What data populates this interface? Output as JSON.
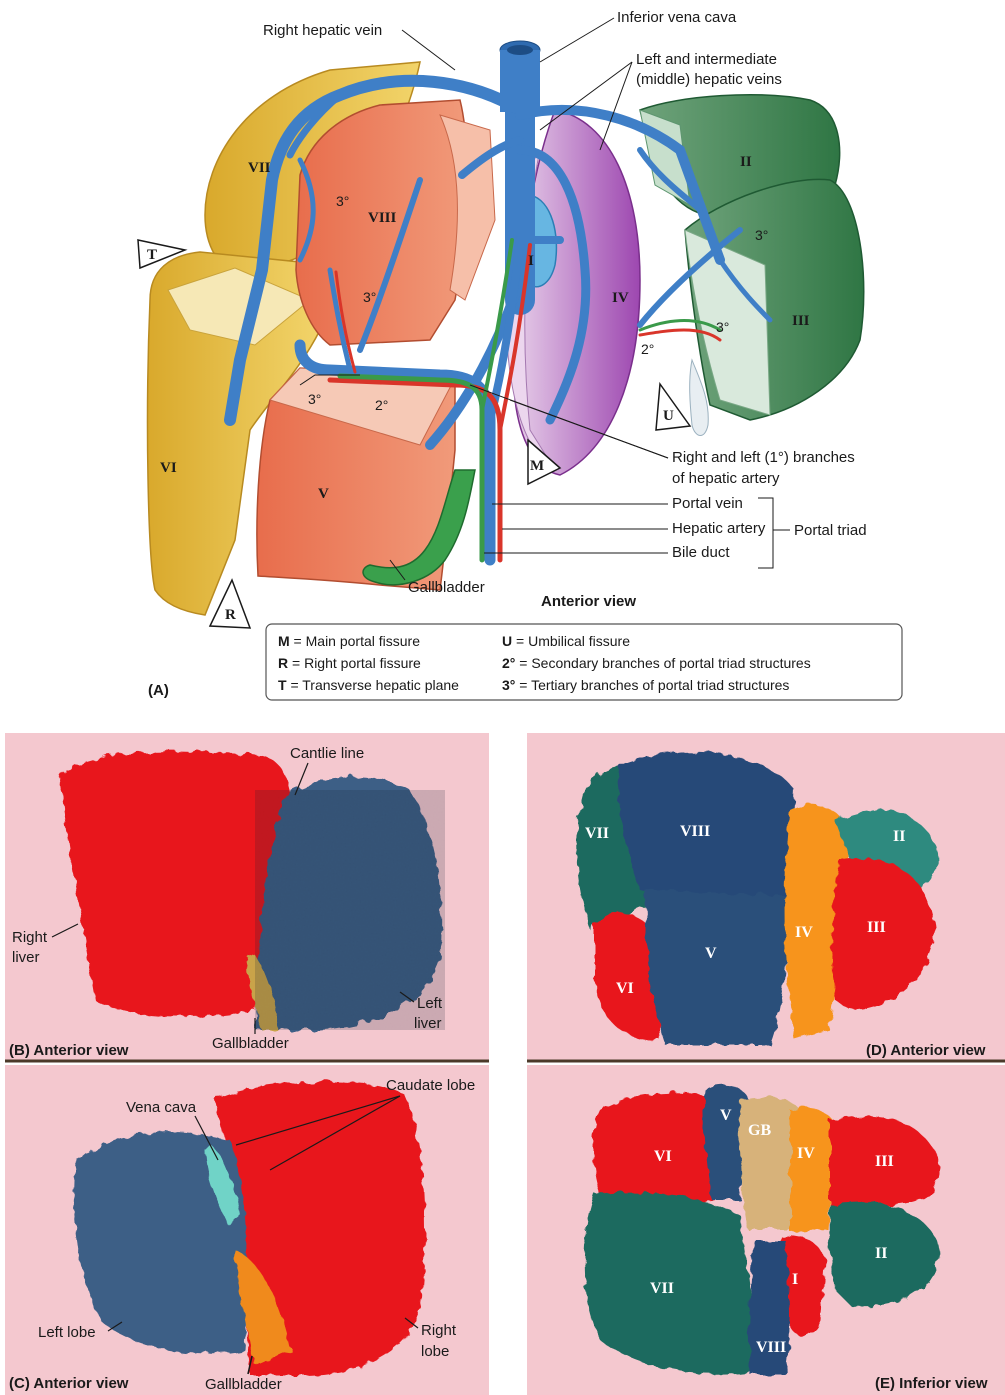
{
  "panelA": {
    "panel_label": "(A)",
    "view": "Anterior view",
    "labels": {
      "right_hepatic_vein": "Right hepatic vein",
      "ivc": "Inferior vena cava",
      "left_int_veins_1": "Left and intermediate",
      "left_int_veins_2": "(middle) hepatic veins",
      "right_left_branches_1": "Right and left (1°) branches",
      "right_left_branches_2": "of hepatic artery",
      "portal_vein": "Portal vein",
      "hepatic_artery": "Hepatic artery",
      "bile_duct": "Bile duct",
      "portal_triad": "Portal triad",
      "gallbladder": "Gallbladder"
    },
    "segments": {
      "I": "I",
      "II": "II",
      "III": "III",
      "IV": "IV",
      "V": "V",
      "VI": "VI",
      "VII": "VII",
      "VIII": "VIII"
    },
    "branch_marks": {
      "t1": "3°",
      "t2": "3°",
      "t3": "3°",
      "s1": "2°",
      "t4": "3°",
      "t5": "3°",
      "s2": "2°"
    },
    "fissure_markers": {
      "T": "T",
      "R": "R",
      "M": "M",
      "U": "U"
    },
    "legend": [
      {
        "key": "M",
        "text": " = Main portal fissure"
      },
      {
        "key": "R",
        "text": " = Right portal fissure"
      },
      {
        "key": "T",
        "text": " = Transverse hepatic plane"
      },
      {
        "key": "U",
        "text": " = Umbilical fissure"
      },
      {
        "key": "2°",
        "text": " = Secondary branches of portal triad structures"
      },
      {
        "key": "3°",
        "text": " = Tertiary branches of portal triad structures"
      }
    ]
  },
  "panelB": {
    "caption": "(B) Anterior view",
    "cantlie": "Cantlie line",
    "right_liver_1": "Right",
    "right_liver_2": "liver",
    "left_liver_1": "Left",
    "left_liver_2": "liver",
    "gallbladder": "Gallbladder"
  },
  "panelC": {
    "caption": "(C) Anterior view",
    "vena_cava": "Vena cava",
    "caudate": "Caudate lobe",
    "left_lobe": "Left lobe",
    "right_lobe_1": "Right",
    "right_lobe_2": "lobe",
    "gallbladder": "Gallbladder"
  },
  "panelD": {
    "caption": "(D) Anterior view",
    "segs": {
      "VII": "VII",
      "VIII": "VIII",
      "II": "II",
      "III": "III",
      "IV": "IV",
      "V": "V",
      "VI": "VI"
    }
  },
  "panelE": {
    "caption": "(E) Inferior view",
    "segs": {
      "V": "V",
      "GB": "GB",
      "IV": "IV",
      "VI": "VI",
      "III": "III",
      "II": "II",
      "VII": "VII",
      "I": "I",
      "VIII": "VIII"
    }
  },
  "colors": {
    "vein_blue": "#3f7fc7",
    "artery_red": "#d9352a",
    "bile_green": "#3a9a4a",
    "segment_yellow": "#e8c34a",
    "segment_salmon": "#e77a5a",
    "segment_purple": "#a255b3",
    "segment_green": "#3f8a55",
    "photo_bg": "#f4c8cf",
    "cast_red": "#e8171f",
    "cast_blue": "#3d5f86"
  }
}
